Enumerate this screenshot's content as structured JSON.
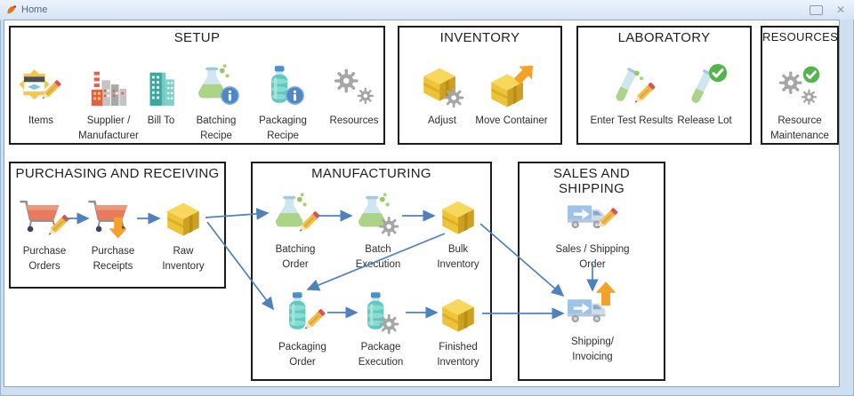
{
  "window": {
    "title": "Home"
  },
  "sections": {
    "setup": {
      "title": "SETUP",
      "items": [
        {
          "lines": [
            "Items"
          ]
        },
        {
          "lines": [
            "Supplier /",
            "Manufacturer"
          ]
        },
        {
          "lines": [
            "Bill To"
          ]
        },
        {
          "lines": [
            "Batching",
            "Recipe"
          ]
        },
        {
          "lines": [
            "Packaging",
            "Recipe"
          ]
        },
        {
          "lines": [
            "Resources"
          ]
        }
      ]
    },
    "inventory": {
      "title": "INVENTORY",
      "items": [
        {
          "lines": [
            "Adjust"
          ]
        },
        {
          "lines": [
            "Move Container"
          ]
        }
      ]
    },
    "laboratory": {
      "title": "LABORATORY",
      "items": [
        {
          "lines": [
            "Enter Test Results"
          ]
        },
        {
          "lines": [
            "Release Lot"
          ]
        }
      ]
    },
    "resources": {
      "title": "RESOURCES",
      "items": [
        {
          "lines": [
            "Resource",
            "Maintenance"
          ]
        }
      ]
    },
    "purchasing": {
      "title": "PURCHASING AND RECEIVING",
      "items": [
        {
          "lines": [
            "Purchase",
            "Orders"
          ]
        },
        {
          "lines": [
            "Purchase",
            "Receipts"
          ]
        },
        {
          "lines": [
            "Raw",
            "Inventory"
          ]
        }
      ]
    },
    "manufacturing": {
      "title": "MANUFACTURING",
      "items": [
        {
          "lines": [
            "Batching",
            "Order"
          ]
        },
        {
          "lines": [
            "Batch",
            "Execution"
          ]
        },
        {
          "lines": [
            "Bulk",
            "Inventory"
          ]
        },
        {
          "lines": [
            "Packaging",
            "Order"
          ]
        },
        {
          "lines": [
            "Package",
            "Execution"
          ]
        },
        {
          "lines": [
            "Finished",
            "Inventory"
          ]
        }
      ]
    },
    "sales": {
      "title": "SALES AND SHIPPING",
      "items": [
        {
          "lines": [
            "Sales / Shipping",
            "Order"
          ]
        },
        {
          "lines": [
            "Shipping/",
            "Invoicing"
          ]
        }
      ]
    }
  },
  "flow_connections": [
    {
      "from": "Purchase Orders",
      "to": "Purchase Receipts"
    },
    {
      "from": "Purchase Receipts",
      "to": "Raw Inventory"
    },
    {
      "from": "Raw Inventory",
      "to": "Batching Order"
    },
    {
      "from": "Raw Inventory",
      "to": "Packaging Order"
    },
    {
      "from": "Batching Order",
      "to": "Batch Execution"
    },
    {
      "from": "Batch Execution",
      "to": "Bulk Inventory"
    },
    {
      "from": "Bulk Inventory",
      "to": "Packaging Order"
    },
    {
      "from": "Packaging Order",
      "to": "Package Execution"
    },
    {
      "from": "Package Execution",
      "to": "Finished Inventory"
    },
    {
      "from": "Bulk Inventory",
      "to": "Shipping/Invoicing"
    },
    {
      "from": "Finished Inventory",
      "to": "Shipping/Invoicing"
    },
    {
      "from": "Sales / Shipping Order",
      "to": "Shipping/Invoicing"
    }
  ],
  "colors": {
    "arrow": "#4f81bd",
    "box_border": "#1c1c1c",
    "titlebar_bg": "#d5e3f5",
    "accent_orange": "#f5a028"
  }
}
